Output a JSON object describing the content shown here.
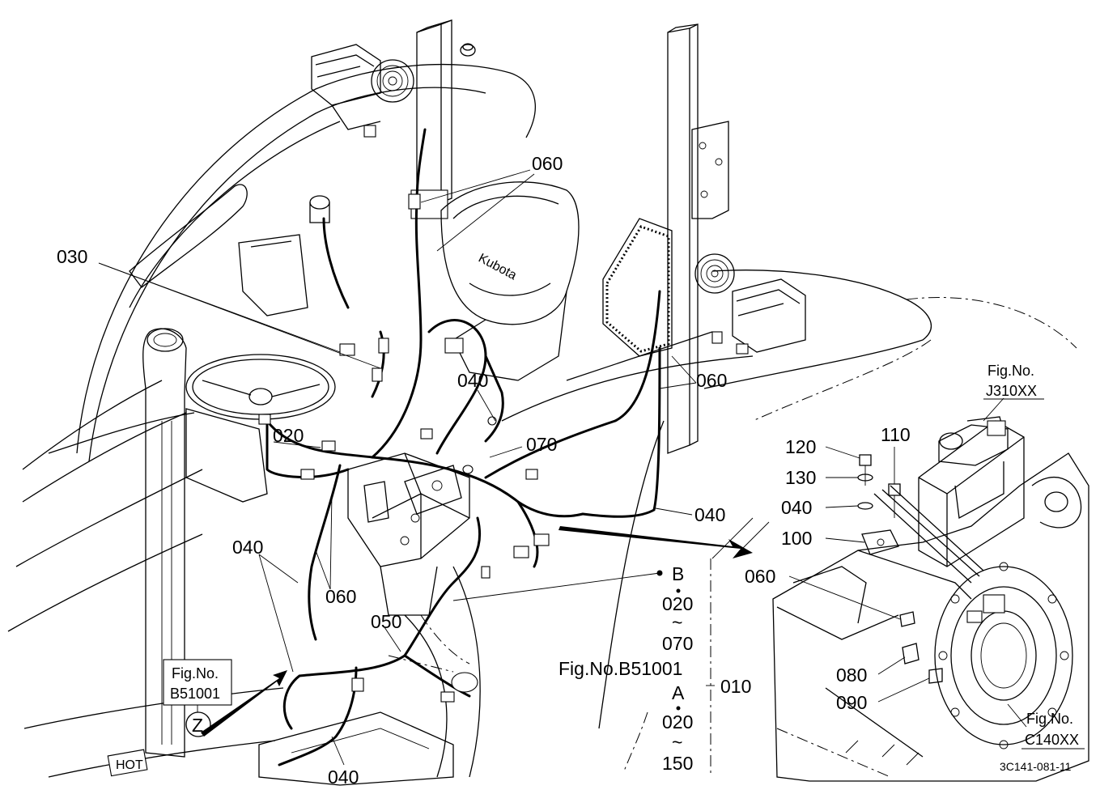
{
  "diagram": {
    "part_labels": [
      "060",
      "030",
      "040",
      "060",
      "020",
      "070",
      "040",
      "040",
      "060",
      "050",
      "040",
      "010"
    ],
    "inset_labels": [
      "120",
      "110",
      "130",
      "040",
      "100",
      "060",
      "080",
      "090"
    ],
    "bracket_stack": {
      "top_letter": "B",
      "top_from": "020",
      "tilde": "~",
      "top_to": "070",
      "bottom_letter": "A",
      "bottom_from": "020",
      "bottom_to": "150"
    },
    "fig_refs": {
      "main": "Fig.No.B51001",
      "j310_line1": "Fig.No.",
      "j310_line2": "J310XX",
      "c140_line1": "Fig.No.",
      "c140_line2": "C140XX",
      "z_box_line1": "Fig.No.",
      "z_box_line2": "B51001"
    },
    "view_marker": "Z",
    "hot_tag": "HOT",
    "seat_logo": "Kubota",
    "drawing_number": "3C141-081-11"
  }
}
